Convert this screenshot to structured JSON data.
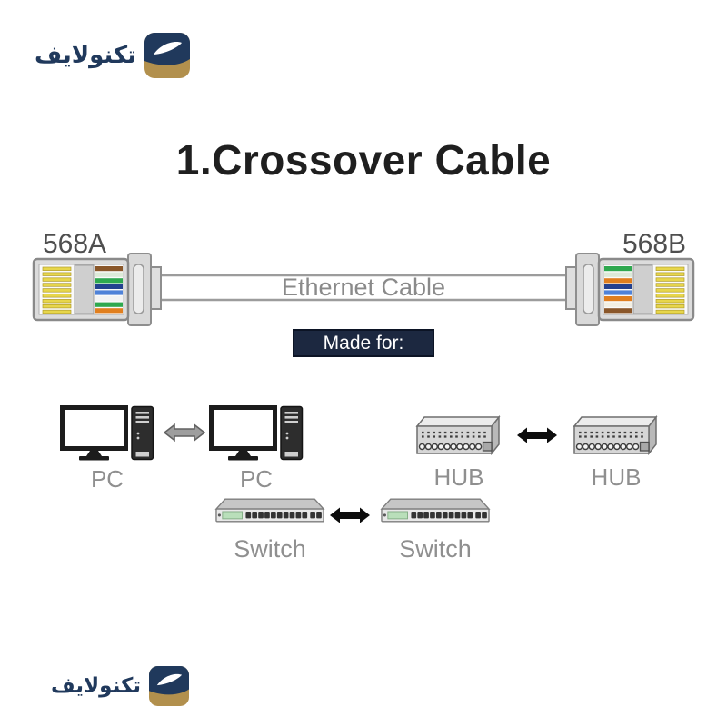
{
  "brand": {
    "name": "تكنولايف",
    "navy": "#20395c",
    "gold": "#b2904d"
  },
  "title": "1.Crossover Cable",
  "diagram": {
    "left_connector_label": "568A",
    "right_connector_label": "568B",
    "cable_label": "Ethernet Cable",
    "pin_color": "#e7d64b",
    "left_wires": [
      "#8a572a",
      "#dcead8",
      "#2fa84f",
      "#24418f",
      "#4f82d8",
      "#f3f3f3",
      "#2fa84f",
      "#e07f1f"
    ],
    "right_wires": [
      "#2fa84f",
      "#dcead8",
      "#e07f1f",
      "#24418f",
      "#4f82d8",
      "#e07f1f",
      "#f3efe2",
      "#8a572a"
    ]
  },
  "made_for": {
    "label": "Made for:",
    "bg_color": "#1c2840"
  },
  "connections": [
    {
      "left_label": "PC",
      "right_label": "PC",
      "device": "pc",
      "arrow_color": "#9e9e9e"
    },
    {
      "left_label": "HUB",
      "right_label": "HUB",
      "device": "hub",
      "arrow_color": "#0d0d0d"
    },
    {
      "left_label": "Switch",
      "right_label": "Switch",
      "device": "switch",
      "arrow_color": "#0d0d0d"
    }
  ],
  "icons": {
    "pc": "desktop-monitor-with-tower",
    "hub": "network-hub-3d-box",
    "switch": "rack-network-switch",
    "arrow": "double-headed-arrow",
    "logo": "technolife-rounded-square"
  }
}
